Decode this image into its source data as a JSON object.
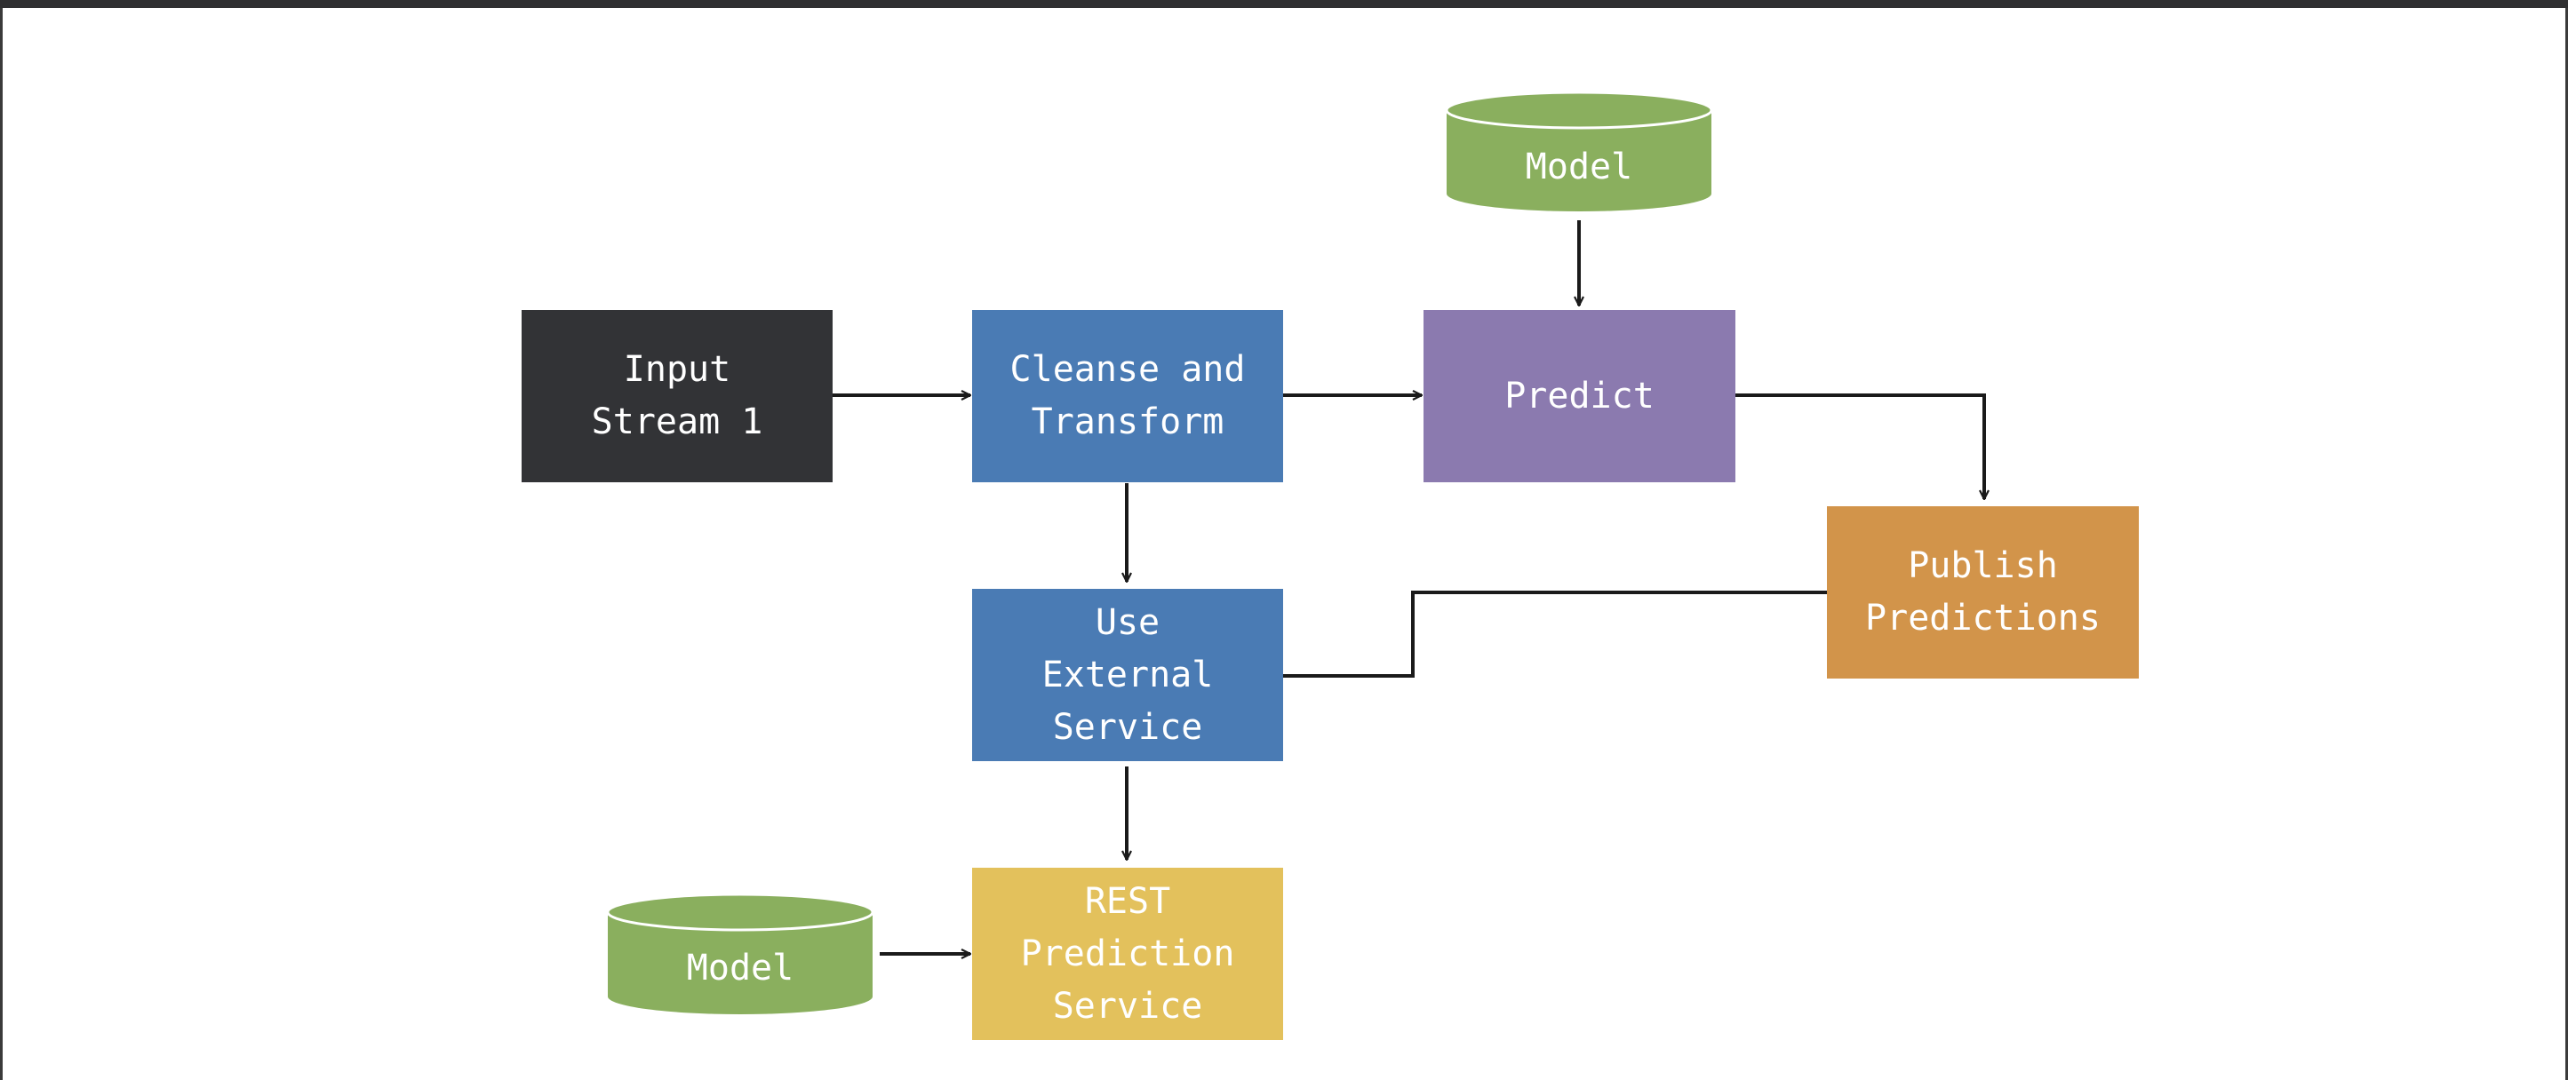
{
  "diagram": {
    "nodes": {
      "input_stream": {
        "label": "Input\nStream 1",
        "color": "#323336"
      },
      "cleanse": {
        "label": "Cleanse and\nTransform",
        "color": "#4a7bb4"
      },
      "predict": {
        "label": "Predict",
        "color": "#8b7aaf"
      },
      "publish": {
        "label": "Publish\nPredictions",
        "color": "#d2944a"
      },
      "external": {
        "label": "Use\nExternal\nService",
        "color": "#4a7bb4"
      },
      "rest": {
        "label": "REST\nPrediction\nService",
        "color": "#e3c15c"
      },
      "model_top": {
        "label": "Model",
        "color": "#8aaf5e"
      },
      "model_bottom": {
        "label": "Model",
        "color": "#8aaf5e"
      }
    },
    "edge_color": "#1a1a1a"
  }
}
